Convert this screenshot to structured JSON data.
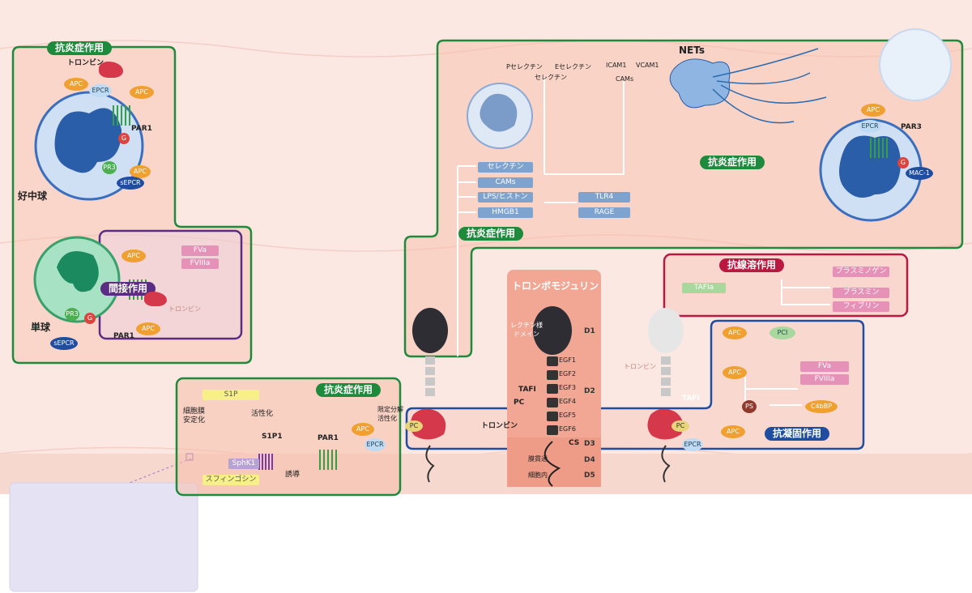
{
  "left_panel": {
    "header": "抗炎症作用",
    "thrombin": "トロンビン",
    "neutrophil": "好中球",
    "monocyte": "単球",
    "apc": "APC",
    "epcr": "EPCR",
    "par1": "PAR1",
    "g": "G",
    "pr3": "PR3",
    "sepcr": "sEPCR"
  },
  "indirect": {
    "header": "間接作用",
    "fva": "FVa",
    "fviiia": "FVIIIa",
    "thrombin": "トロンビン"
  },
  "s1p_panel": {
    "header": "抗炎症作用",
    "s1p": "S1P",
    "membrane": "細胞膜\n安定化",
    "activation": "活性化",
    "s1p1": "S1P1",
    "par1": "PAR1",
    "sphk1": "SphK1",
    "sphingosine": "スフィンゴシン",
    "induction": "誘導",
    "limited": "限定分解\n活性化",
    "apc": "APC",
    "epcr": "EPCR"
  },
  "top_right": {
    "header_top": "抗炎症作用",
    "header_mid": "抗炎症作用",
    "nets": "NETs",
    "p_selectin": "Pセレクチン",
    "e_selectin": "Eセレクチン",
    "selectin": "セレクチン",
    "icam": "ICAM1",
    "vcam": "VCAM1",
    "cams": "CAMs",
    "tags_left": [
      "セレクチン",
      "CAMs",
      "LPS/ヒストン",
      "HMGB1"
    ],
    "tags_right": [
      "TLR4",
      "RAGE"
    ],
    "apc": "APC",
    "epcr": "EPCR",
    "par3": "PAR3",
    "g": "G",
    "mac1": "MAC-1"
  },
  "thrombomodulin": {
    "title": "トロンボモジュリン",
    "lectin": "レクチン様\nドメイン",
    "egf": [
      "EGF1",
      "EGF2",
      "EGF3",
      "EGF4",
      "EGF5",
      "EGF6"
    ],
    "domains": [
      "D1",
      "D2",
      "D3",
      "D4",
      "D5"
    ],
    "cs": "CS",
    "transmembrane": "膜貫通",
    "intracellular": "細胞内",
    "tafi": "TAFI",
    "pc": "PC",
    "thrombin": "トロンビン"
  },
  "fibrinolysis": {
    "header": "抗線溶作用",
    "tafia": "TAFIa",
    "plasminogen": "プラスミノゲン",
    "plasmin": "プラスミン",
    "fibrin": "フィブリン"
  },
  "anticoag": {
    "header": "抗凝固作用",
    "apc": "APC",
    "pci": "PCI",
    "fva": "FVa",
    "fviiia": "FVIIIa",
    "ps": "PS",
    "c4bbp": "C4bBP",
    "pc": "PC",
    "epcr": "EPCR",
    "tafi": "TAFI",
    "thrombin": "トロンビン"
  },
  "colors": {
    "green": "#1e8a3c",
    "purple": "#5b2c83",
    "crimson": "#b8193f",
    "navy": "#1f4ea1",
    "apc": "#f0a030",
    "cell": "#3a6fc0"
  }
}
